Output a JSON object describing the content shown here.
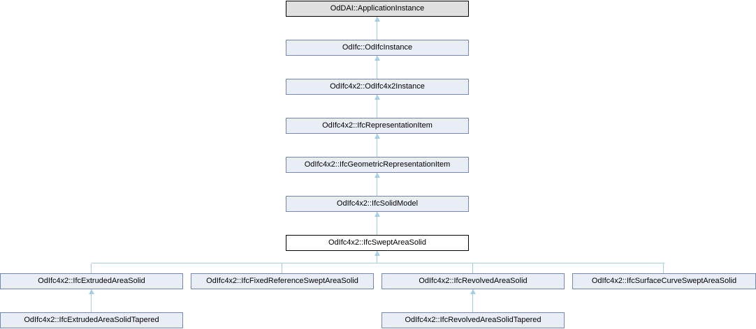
{
  "diagram": {
    "kind": "class-inheritance-graph",
    "focus_class": "OdIfc4x2::IfcSweptAreaSolid",
    "colors": {
      "background": "#ffffff",
      "node_border": "#7286b8",
      "node_fill": "#e9edf6",
      "root_node_border": "#000000",
      "root_node_fill": "#e0e0e0",
      "focus_node_border": "#000000",
      "focus_node_fill": "#ffffff",
      "edge": "#a4cde6",
      "text": "#000000"
    },
    "nodes": [
      {
        "label": "OdDAI::ApplicationInstance",
        "style": "root"
      },
      {
        "label": "OdIfc::OdIfcInstance",
        "style": "class"
      },
      {
        "label": "OdIfc4x2::OdIfc4x2Instance",
        "style": "class"
      },
      {
        "label": "OdIfc4x2::IfcRepresentationItem",
        "style": "class"
      },
      {
        "label": "OdIfc4x2::IfcGeometricRepresentationItem",
        "style": "class"
      },
      {
        "label": "OdIfc4x2::IfcSolidModel",
        "style": "class"
      },
      {
        "label": "OdIfc4x2::IfcSweptAreaSolid",
        "style": "focus"
      },
      {
        "label": "OdIfc4x2::IfcExtrudedAreaSolid",
        "style": "class"
      },
      {
        "label": "OdIfc4x2::IfcFixedReferenceSweptAreaSolid",
        "style": "class"
      },
      {
        "label": "OdIfc4x2::IfcRevolvedAreaSolid",
        "style": "class"
      },
      {
        "label": "OdIfc4x2::IfcSurfaceCurveSweptAreaSolid",
        "style": "class"
      },
      {
        "label": "OdIfc4x2::IfcExtrudedAreaSolidTapered",
        "style": "class"
      },
      {
        "label": "OdIfc4x2::IfcRevolvedAreaSolidTapered",
        "style": "class"
      }
    ],
    "edges": [
      {
        "from": 1,
        "to": 0
      },
      {
        "from": 2,
        "to": 1
      },
      {
        "from": 3,
        "to": 2
      },
      {
        "from": 4,
        "to": 3
      },
      {
        "from": 5,
        "to": 4
      },
      {
        "from": 6,
        "to": 5
      },
      {
        "from": 7,
        "to": 6
      },
      {
        "from": 8,
        "to": 6
      },
      {
        "from": 9,
        "to": 6
      },
      {
        "from": 10,
        "to": 6
      },
      {
        "from": 11,
        "to": 7
      },
      {
        "from": 12,
        "to": 9
      }
    ]
  }
}
